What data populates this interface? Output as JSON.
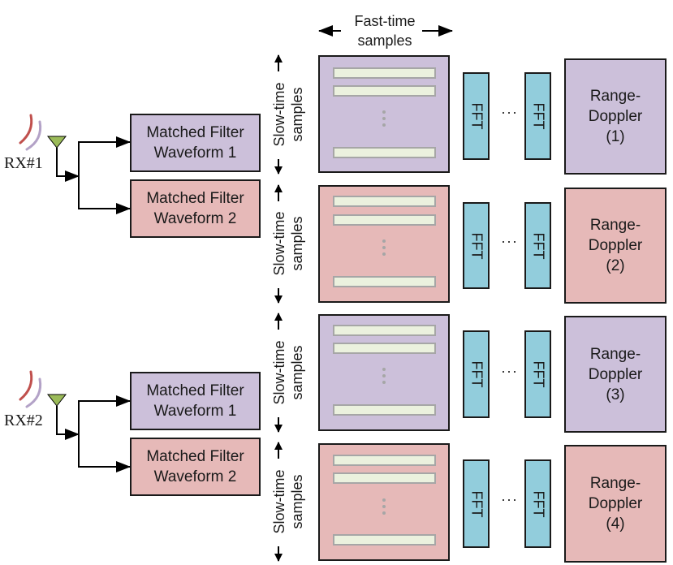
{
  "colors": {
    "waveform1": "#ccc0da",
    "waveform2": "#e6b9b8",
    "sample_row": "#ebf1de",
    "fft": "#92cddc",
    "antenna": "#9bbb59",
    "wave_red": "#c0504d",
    "wave_purple": "#b3a2c7"
  },
  "axes": {
    "fast_time_line1": "Fast-time",
    "fast_time_line2": "samples",
    "slow_time_line1": "Slow-time",
    "slow_time_line2": "samples"
  },
  "receivers": [
    {
      "label": "RX#1",
      "filters": [
        {
          "line1": "Matched Filter",
          "line2": "Waveform 1",
          "waveform": 1
        },
        {
          "line1": "Matched Filter",
          "line2": "Waveform 2",
          "waveform": 2
        }
      ]
    },
    {
      "label": "RX#2",
      "filters": [
        {
          "line1": "Matched Filter",
          "line2": "Waveform 1",
          "waveform": 1
        },
        {
          "line1": "Matched Filter",
          "line2": "Waveform 2",
          "waveform": 2
        }
      ]
    }
  ],
  "channels": [
    {
      "waveform": 1,
      "fft_label": "FFT",
      "ellipsis": "···",
      "rd_line1": "Range-",
      "rd_line2": "Doppler",
      "rd_line3": "(1)"
    },
    {
      "waveform": 2,
      "fft_label": "FFT",
      "ellipsis": "···",
      "rd_line1": "Range-",
      "rd_line2": "Doppler",
      "rd_line3": "(2)"
    },
    {
      "waveform": 1,
      "fft_label": "FFT",
      "ellipsis": "···",
      "rd_line1": "Range-",
      "rd_line2": "Doppler",
      "rd_line3": "(3)"
    },
    {
      "waveform": 2,
      "fft_label": "FFT",
      "ellipsis": "···",
      "rd_line1": "Range-",
      "rd_line2": "Doppler",
      "rd_line3": "(4)"
    }
  ]
}
